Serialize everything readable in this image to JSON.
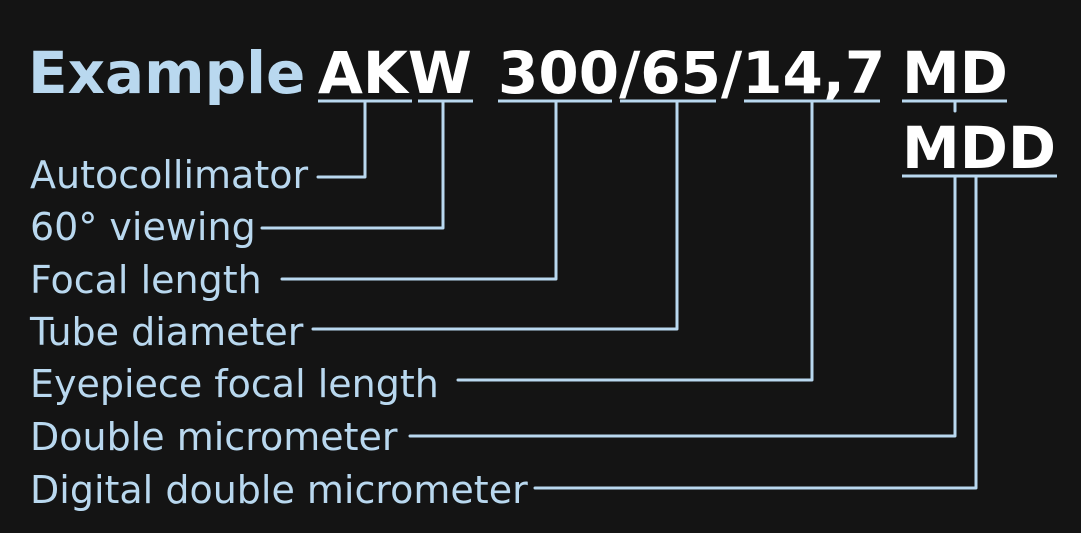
{
  "header": {
    "lead": "Example",
    "parts": [
      "AKW",
      "300/65/14,7",
      "MD"
    ],
    "second_line": "MDD"
  },
  "labels": [
    "Autocollimator",
    "60° viewing",
    "Focal length",
    "Tube diameter",
    "Eyepiece focal length",
    "Double micrometer",
    "Digital double micrometer"
  ],
  "colors": {
    "background": "#141414",
    "accent": "#b9d8ef",
    "code_text": "#ffffff"
  }
}
